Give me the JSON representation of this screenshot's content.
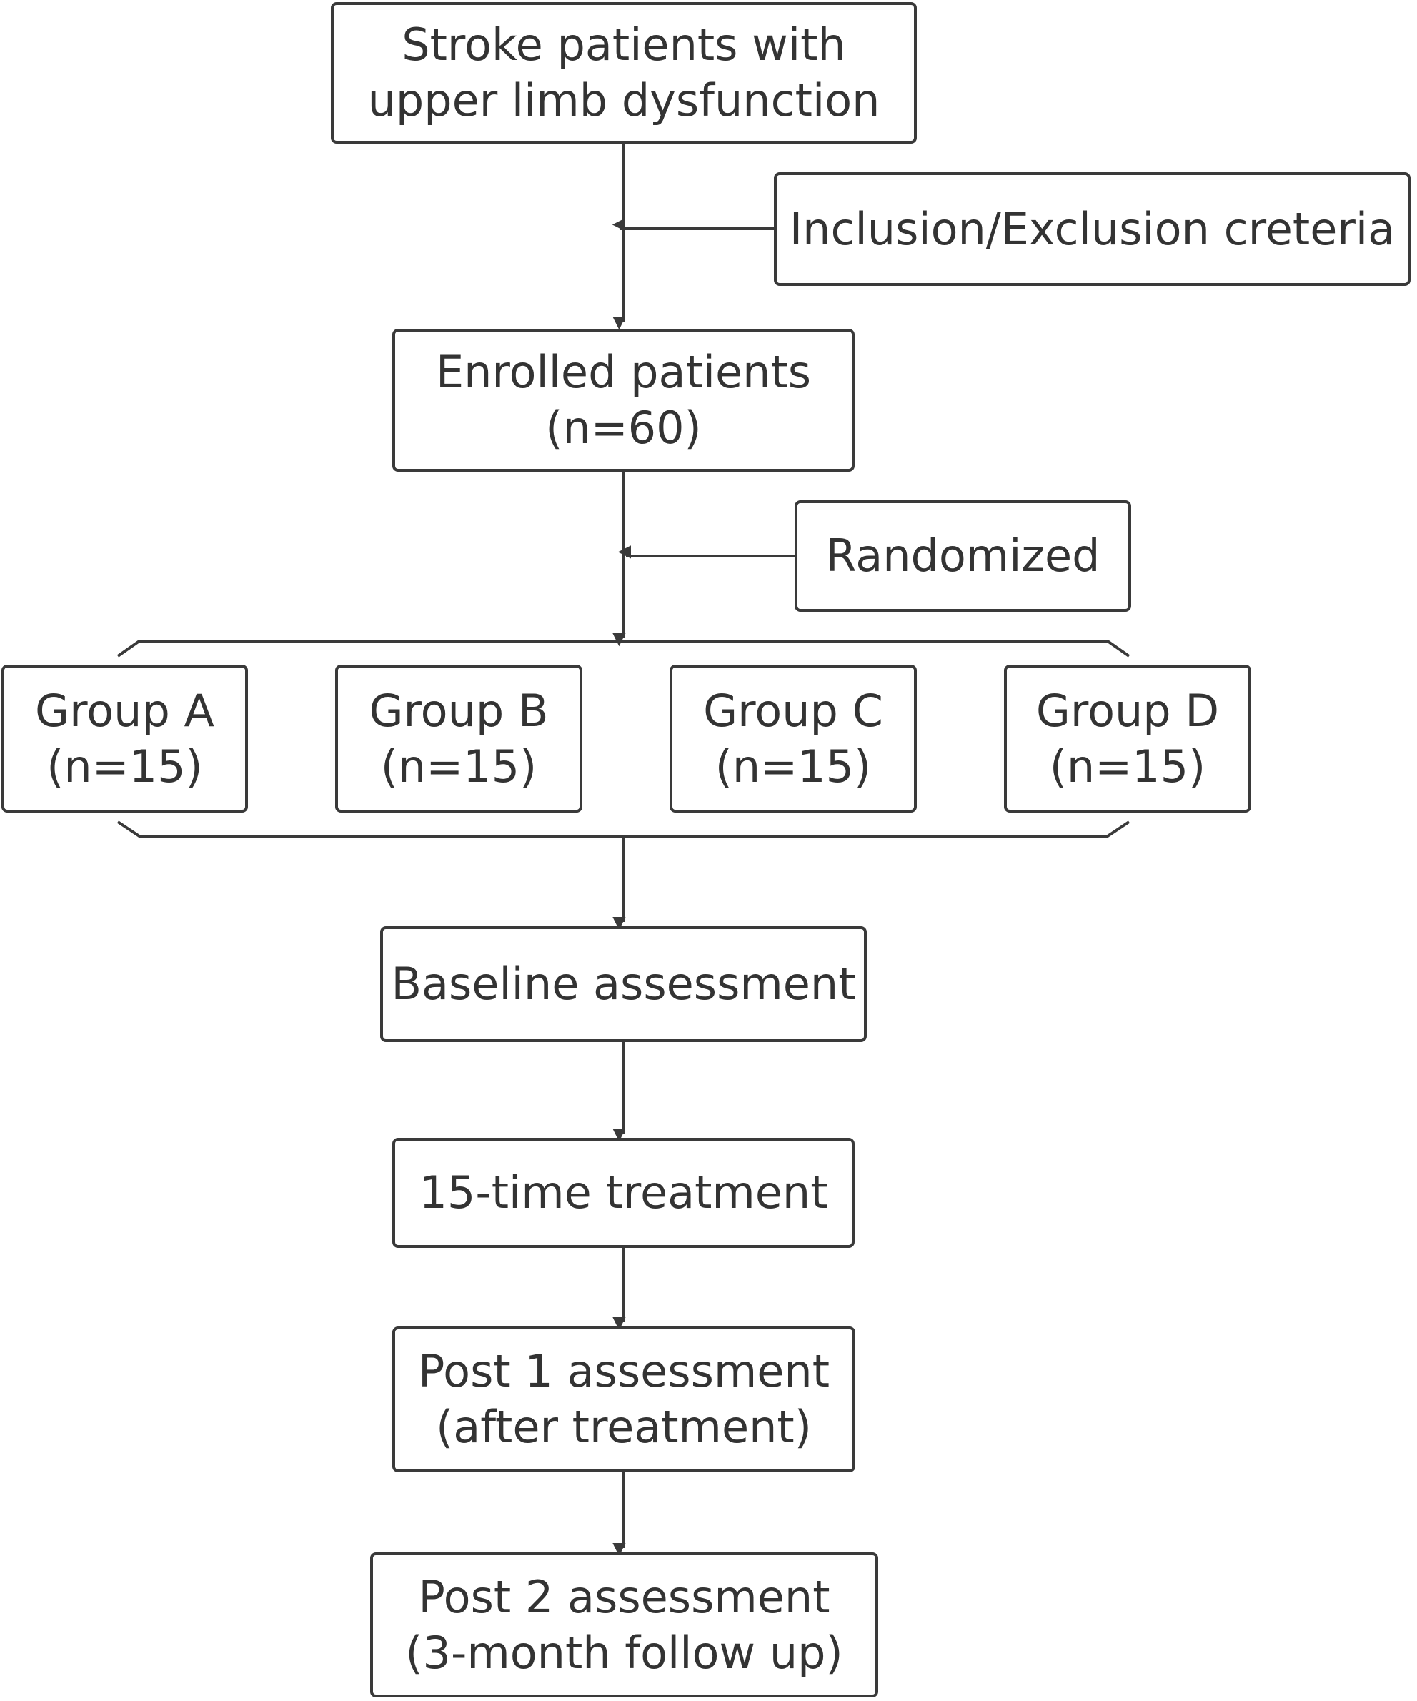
{
  "nodes": {
    "stroke_patients": {
      "line1": "Stroke patients with",
      "line2": "upper limb dysfunction"
    },
    "criteria": {
      "line1": "Inclusion/Exclusion creteria"
    },
    "enrolled": {
      "line1": "Enrolled patients",
      "line2": "(n=60)"
    },
    "randomized": {
      "line1": "Randomized"
    },
    "group_a": {
      "line1": "Group A",
      "line2": "(n=15)"
    },
    "group_b": {
      "line1": "Group B",
      "line2": "(n=15)"
    },
    "group_c": {
      "line1": "Group C",
      "line2": "(n=15)"
    },
    "group_d": {
      "line1": "Group D",
      "line2": "(n=15)"
    },
    "baseline": {
      "line1": "Baseline assessment"
    },
    "treatment": {
      "line1": "15-time treatment"
    },
    "post1": {
      "line1": "Post 1 assessment",
      "line2": "(after treatment)"
    },
    "post2": {
      "line1": "Post 2 assessment",
      "line2": "(3-month follow up)"
    }
  },
  "colors": {
    "stroke": "#3a3a3a",
    "text": "#333333",
    "background": "#ffffff"
  }
}
